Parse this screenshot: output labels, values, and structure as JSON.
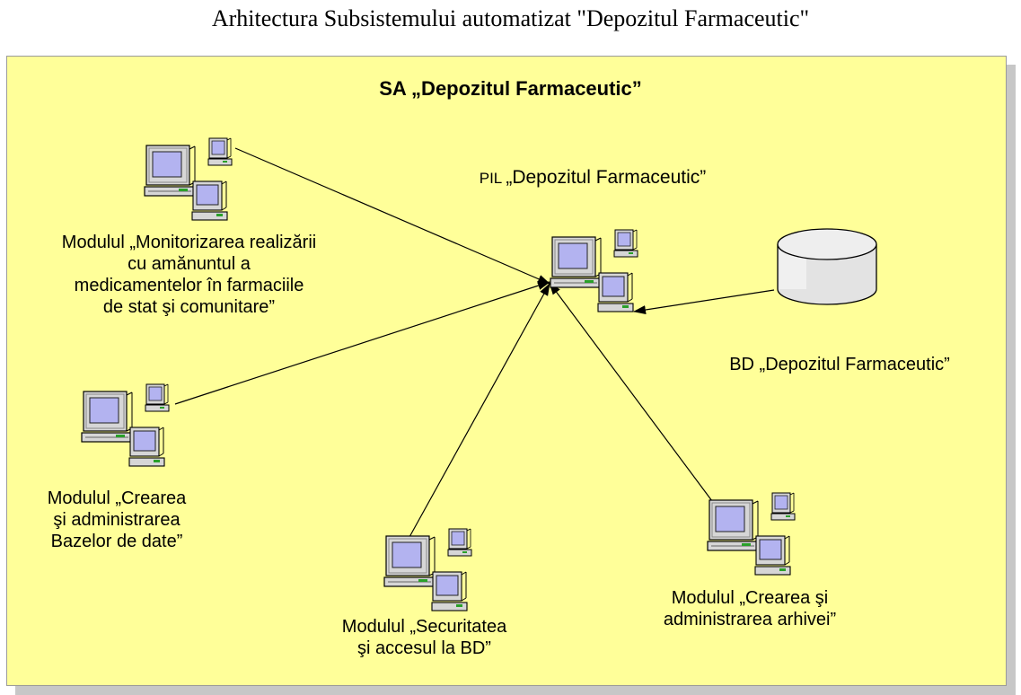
{
  "page": {
    "title": "Arhitectura Subsistemului automatizat \"Depozitul Farmaceutic\""
  },
  "system": {
    "title": "SA „Depozitul Farmaceutic”"
  },
  "nodes": {
    "pil": {
      "prefix": "PIL ",
      "name": "„Depozitul Farmaceutic”",
      "icon": "workstation-cluster-icon"
    },
    "database": {
      "label": "BD „Depozitul Farmaceutic”",
      "icon": "database-cylinder-icon"
    },
    "module_monitoring": {
      "label": "Modulul „Monitorizarea realizării\ncu amănuntul a\nmedicamentelor în farmaciile\nde stat şi comunitare”",
      "icon": "workstation-cluster-icon"
    },
    "module_db_admin": {
      "label": "Modulul „Crearea\nşi administrarea\nBazelor de date”",
      "icon": "workstation-cluster-icon"
    },
    "module_security": {
      "label": "Modulul „Securitatea\nşi accesul la BD”",
      "icon": "workstation-cluster-icon"
    },
    "module_archive": {
      "label": "Modulul „Crearea şi\nadministrarea arhivei”",
      "icon": "workstation-cluster-icon"
    }
  },
  "colors": {
    "background": "#ffff99",
    "shadow": "#c7c7c7",
    "border": "#9a9a9a",
    "screen": "#b3b3f0",
    "monitor": "#d4d4d4"
  }
}
